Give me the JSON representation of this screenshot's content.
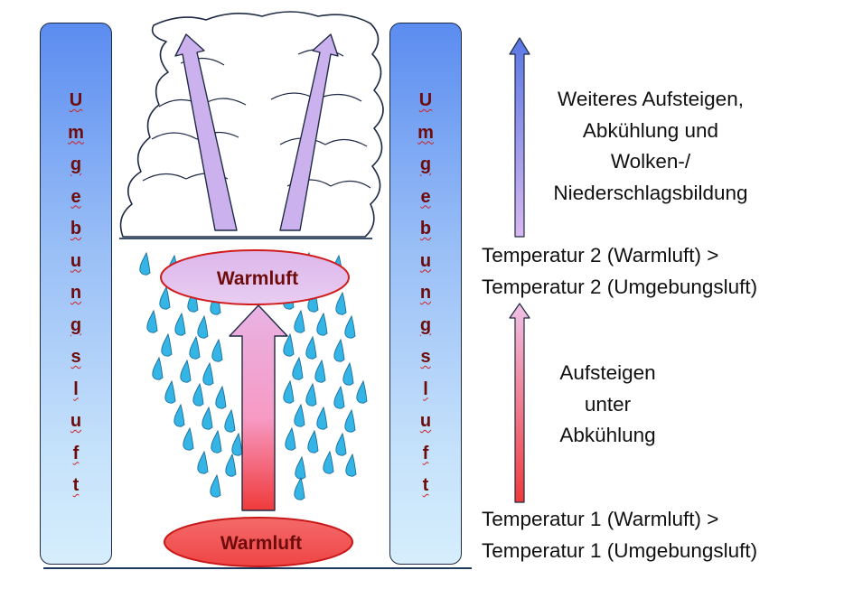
{
  "surrounding_air": {
    "left_letters": [
      "U",
      "m",
      "g",
      "e",
      "b",
      "u",
      "n",
      "g",
      "s",
      "l",
      "u",
      "f",
      "t"
    ],
    "right_letters": [
      "U",
      "m",
      "g",
      "e",
      "b",
      "u",
      "n",
      "g",
      "s",
      "l",
      "u",
      "f",
      "t"
    ]
  },
  "parcels": {
    "top_label": "Warmluft",
    "bottom_label": "Warmluft"
  },
  "descriptions": {
    "upper_lines": [
      "Weiteres Aufsteigen,",
      "Abkühlung und",
      "Wolken-/",
      "Niederschlagsbildung"
    ],
    "middle_lines": [
      "Aufsteigen",
      "unter",
      "Abkühlung"
    ]
  },
  "temperatures": {
    "level2_lines": [
      "Temperatur 2 (Warmluft) >",
      "Temperatur 2 (Umgebungsluft)"
    ],
    "level1_lines": [
      "Temperatur 1 (Warmluft) >",
      "Temperatur 1 (Umgebungsluft)"
    ]
  },
  "colors": {
    "surrounding_air_top": "#5b8cf0",
    "surrounding_air_bottom": "#d6eefc",
    "letters": "#6e0b0b",
    "warm_parcel_top": "#dcb6ea",
    "warm_parcel_bottom": "#f25858",
    "rain": "#35b4e6",
    "arrow_blue": "#5b78e6",
    "arrow_lilac": "#cdb2ee",
    "arrow_pink": "#f5b2d6",
    "arrow_red": "#f03a3a"
  }
}
